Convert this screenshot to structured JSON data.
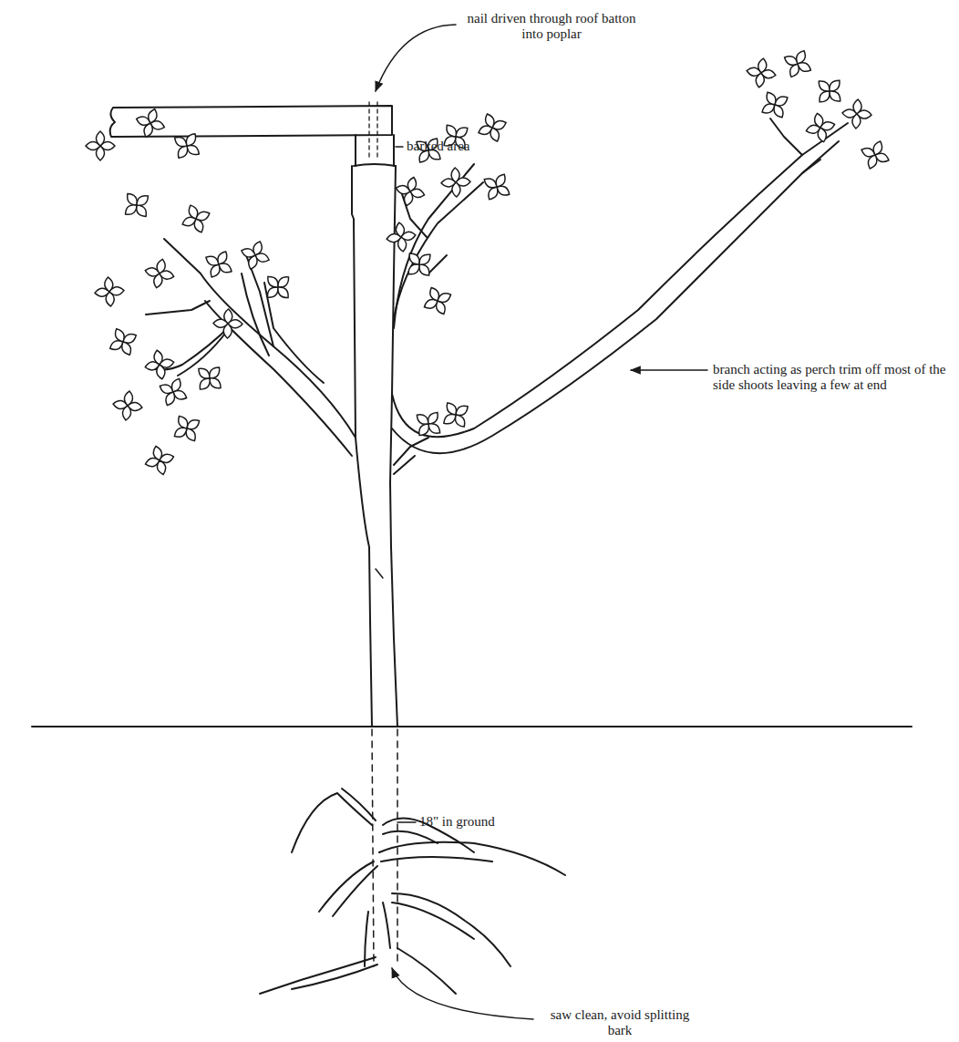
{
  "diagram": {
    "labels": [
      "nail driven through roof batton into poplar",
      "barked area",
      "branch acting as perch trim off most of the side shoots leaving a few at end",
      "18\" in ground",
      "saw clean, avoid splitting bark"
    ]
  }
}
